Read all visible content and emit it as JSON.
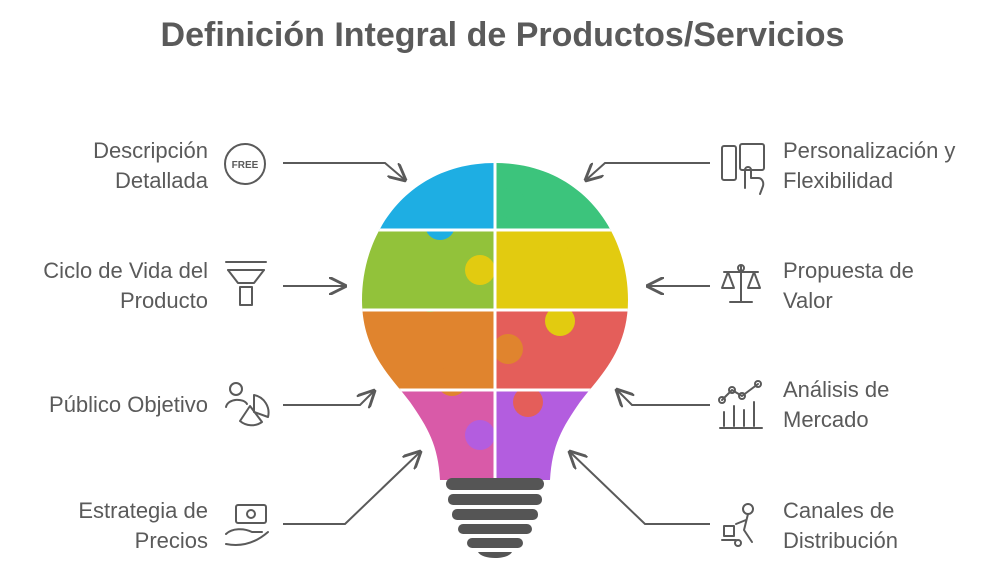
{
  "title": "Definición Integral de Productos/Servicios",
  "left_items": [
    {
      "lines": [
        "Descripción",
        "Detallada"
      ],
      "icon": "free-tag-icon"
    },
    {
      "lines": [
        "Ciclo de Vida del",
        "Producto"
      ],
      "icon": "funnel-icon"
    },
    {
      "lines": [
        "Público Objetivo"
      ],
      "icon": "audience-pie-icon"
    },
    {
      "lines": [
        "Estrategia de",
        "Precios"
      ],
      "icon": "money-hand-icon"
    }
  ],
  "right_items": [
    {
      "lines": [
        "Personalización y",
        "Flexibilidad"
      ],
      "icon": "devices-touch-icon"
    },
    {
      "lines": [
        "Propuesta de",
        "Valor"
      ],
      "icon": "scale-icon"
    },
    {
      "lines": [
        "Análisis de",
        "Mercado"
      ],
      "icon": "trend-chart-icon"
    },
    {
      "lines": [
        "Canales de",
        "Distribución"
      ],
      "icon": "delivery-trolley-icon"
    }
  ],
  "puzzle_colors": {
    "top_left": "#1eaee3",
    "top_right": "#3cc47c",
    "mid_left": "#92c23a",
    "mid_right": "#e2cb10",
    "low_left": "#e0842e",
    "low_right": "#e45e5a",
    "bottom_left": "#d95aa8",
    "bottom_right": "#b35ddf",
    "base": "#555555",
    "arrow": "#5a5a5a"
  },
  "free_badge_text": "FREE"
}
